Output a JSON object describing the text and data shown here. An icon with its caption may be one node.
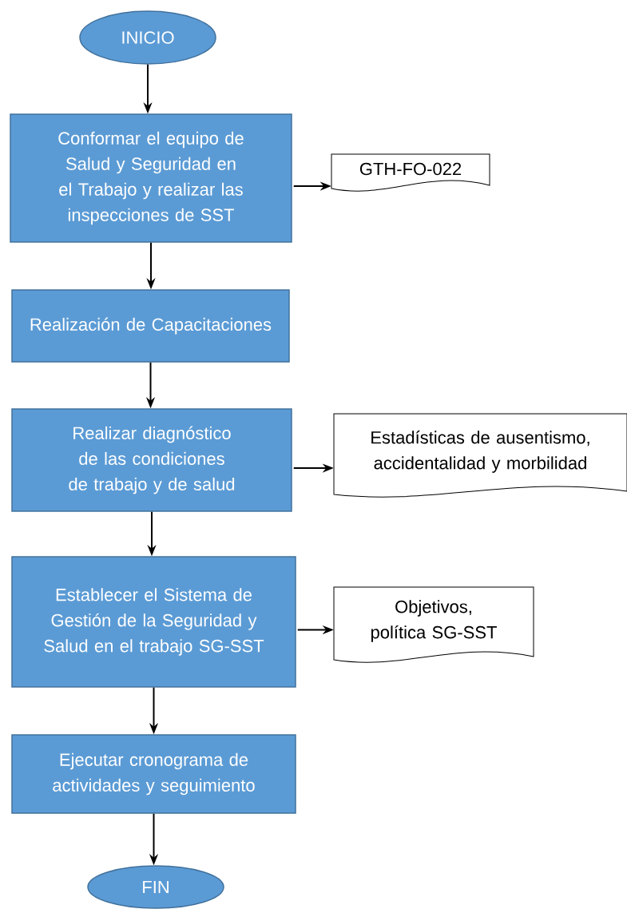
{
  "diagram": {
    "nodes": [
      {
        "text": [
          "INICIO"
        ]
      },
      {
        "text": [
          "Conformar el equipo de Salud y Seguridad en el Trabajo y realizar las inspecciones de SST"
        ]
      },
      {
        "text": [
          "GTH-FO-022"
        ]
      },
      {
        "text": [
          "Realización de Capacitaciones"
        ]
      },
      {
        "text": [
          "Realizar diagnóstico de las condiciones de trabajo y de salud"
        ]
      },
      {
        "text": [
          "Estadísticas de ausentismo, accidentalidad y morbilidad"
        ]
      },
      {
        "text": [
          "Establecer el Sistema de Gestión de la Seguridad y Salud en el trabajo SG-SST"
        ]
      },
      {
        "text": [
          "Objetivos, política SG-SST"
        ]
      },
      {
        "text": [
          "Ejecutar cronograma de actividades y seguimiento"
        ]
      },
      {
        "text": [
          "FIN"
        ]
      }
    ],
    "edges": [
      {
        "from": 0,
        "to": 1,
        "arrow": "to"
      },
      {
        "from": 1,
        "to": 2,
        "arrow": "to"
      },
      {
        "from": 1,
        "to": 3,
        "arrow": "to"
      },
      {
        "from": 3,
        "to": 4,
        "arrow": "to"
      },
      {
        "from": 4,
        "to": 5,
        "arrow": "to"
      },
      {
        "from": 4,
        "to": 6,
        "arrow": "to"
      },
      {
        "from": 6,
        "to": 7,
        "arrow": "to"
      },
      {
        "from": 6,
        "to": 8,
        "arrow": "to"
      },
      {
        "from": 8,
        "to": 9,
        "arrow": "to"
      }
    ]
  }
}
